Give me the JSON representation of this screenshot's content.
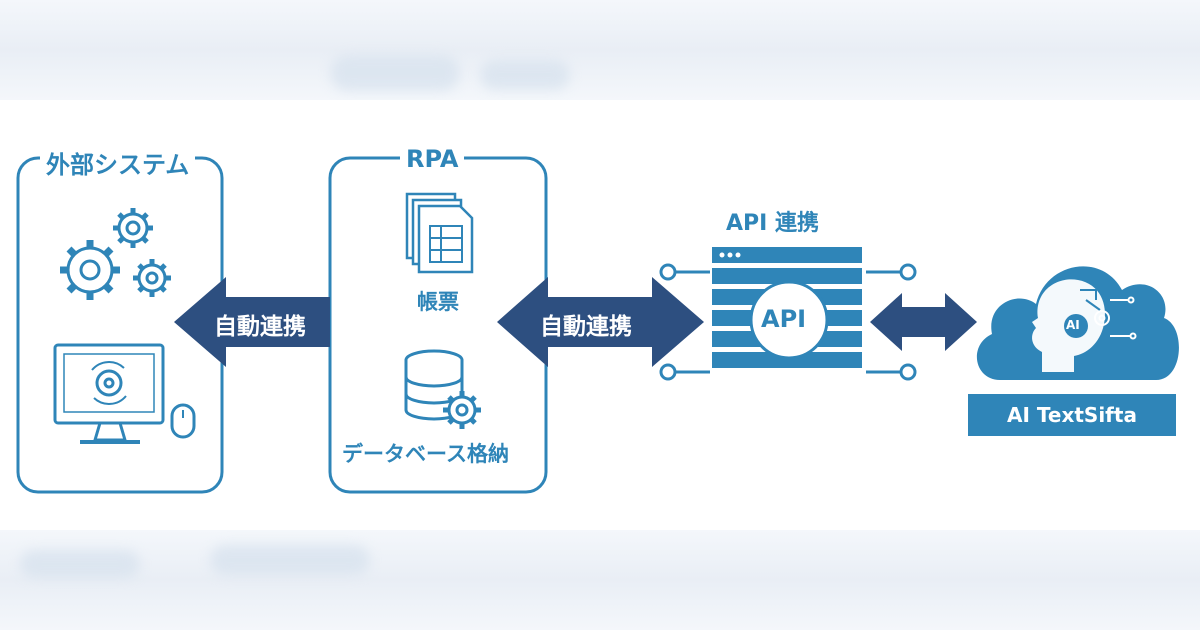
{
  "colors": {
    "primary": "#2f85b8",
    "arrow_navy": "#2d4f80",
    "white": "#ffffff"
  },
  "external_system": {
    "title": "外部システム",
    "icons": [
      "gears-icon",
      "monitor-icon",
      "mouse-icon"
    ]
  },
  "rpa": {
    "title": "RPA",
    "forms_label": "帳票",
    "database_label": "データベース格納",
    "icons": [
      "document-icon",
      "database-icon"
    ]
  },
  "arrows": {
    "left_label": "自動連携",
    "middle_label": "自動連携"
  },
  "api": {
    "title": "API 連携",
    "circle_label": "API"
  },
  "ai": {
    "head_label": "AI",
    "product_name": "AI TextSifta"
  }
}
